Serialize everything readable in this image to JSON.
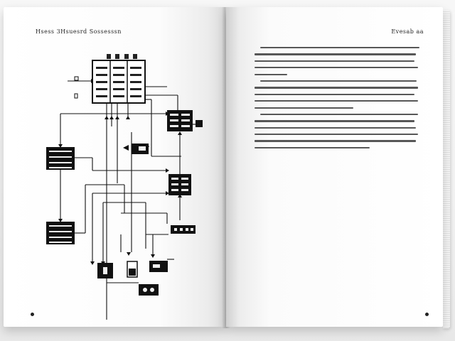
{
  "book": {
    "left_running_head": "Hsess 3Hsuesrd Sossesssn",
    "right_running_head": "Evesab aa"
  },
  "right_page": {
    "paragraphs": [
      {
        "lines": [
          1.0,
          0.98,
          0.97,
          0.99,
          0.2
        ]
      },
      {
        "lines": [
          0.98,
          0.99,
          0.97,
          0.99,
          0.6
        ]
      },
      {
        "lines": [
          0.99,
          0.97,
          0.98,
          0.99,
          0.98,
          0.7
        ]
      }
    ]
  }
}
